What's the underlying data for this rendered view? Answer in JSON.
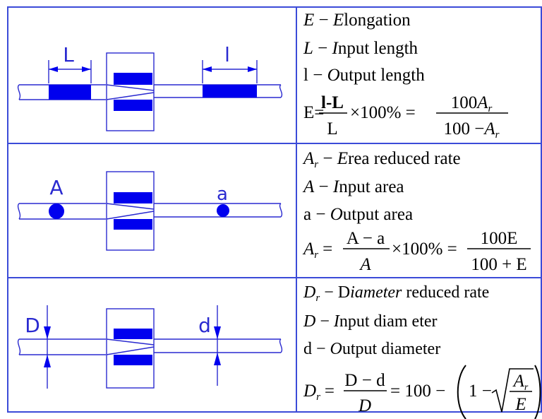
{
  "colors": {
    "border": "#3b4bd8",
    "diagram_line": "#2a2ad0",
    "fill": "#0000ee",
    "text": "#000000"
  },
  "rows": [
    {
      "id": "elongation",
      "diagram_labels": {
        "input": "L",
        "output": "l"
      },
      "lines": [
        {
          "sym": "E",
          "dash": " − ",
          "cap": "E",
          "rest": "longation"
        },
        {
          "sym": "L",
          "dash": " − ",
          "cap": "I",
          "rest": "nput length"
        },
        {
          "sym": "l",
          "dash": " − ",
          "cap": "O",
          "rest": "utput  length"
        }
      ],
      "formula": {
        "lhs": "E=",
        "frac1_num": "l-L",
        "frac1_den": "L",
        "mult": "×100% =",
        "frac2_num_a": "100",
        "frac2_num_b": "A",
        "frac2_num_sub": "r",
        "frac2_den_a": "100 −",
        "frac2_den_b": "A",
        "frac2_den_sub": "r"
      }
    },
    {
      "id": "area",
      "diagram_labels": {
        "input": "A",
        "output": "a"
      },
      "lines": [
        {
          "sym": "A",
          "sub": "r",
          "dash": " − ",
          "cap": "E",
          "rest": "rea  reduced rate"
        },
        {
          "sym": "A",
          "dash": " − ",
          "cap": "I",
          "rest": "nput  area"
        },
        {
          "sym": "a",
          "dash": " − ",
          "cap": "O",
          "rest": "utput  area"
        }
      ],
      "formula": {
        "lhs_a": "A",
        "lhs_sub": "r",
        "lhs_eq": "=",
        "frac1_num": "A − a",
        "frac1_den": "A",
        "mult": "×100% =",
        "frac2_num": "100E",
        "frac2_den": "100 + E"
      }
    },
    {
      "id": "diameter",
      "diagram_labels": {
        "input": "D",
        "output": "d"
      },
      "lines": [
        {
          "sym": "D",
          "sub": "r",
          "dash": " − ",
          "cap": "D",
          "rest": "iameter",
          "rest2": "  reduced rate"
        },
        {
          "sym": "D",
          "dash": " − ",
          "cap": "I",
          "rest": "nput  diam eter"
        },
        {
          "sym": "d",
          "dash": " − ",
          "cap": "O",
          "rest": "utput  diameter"
        }
      ],
      "formula": {
        "lhs_a": "D",
        "lhs_sub": "r",
        "lhs_eq": "=",
        "frac1_num": "D − d",
        "frac1_den": "D",
        "mid": "= 100 −",
        "one_minus": "1 −",
        "sqrt_num": "A",
        "sqrt_num_sub": "r",
        "sqrt_den": "E"
      }
    }
  ]
}
